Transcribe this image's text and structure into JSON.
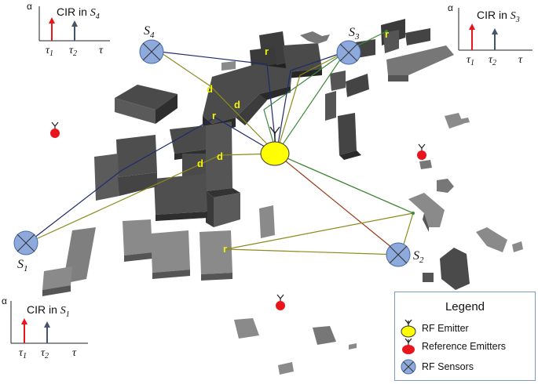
{
  "colors": {
    "emitter": "#ffff00",
    "reference_emitter": "#e8151c",
    "sensor": "#8ea9db",
    "building_top": "#8a8a8a",
    "building_dark": "#3a3a3a",
    "link_navy": "#1f2a6b",
    "link_olive": "#8b8b1a",
    "link_green": "#3c8a3c",
    "link_brown": "#9a3b1a",
    "tau1_arrow": "#e8151c",
    "tau2_arrow": "#44546a"
  },
  "cir_plots": [
    {
      "id": "s4",
      "y_label": "α",
      "title_prefix": "CIR in ",
      "sensor_sub": "4",
      "ticks": [
        "1",
        "2"
      ],
      "x_label": "τ"
    },
    {
      "id": "s3",
      "y_label": "α",
      "title_prefix": "CIR in ",
      "sensor_sub": "3",
      "ticks": [
        "1",
        "2"
      ],
      "x_label": "τ"
    },
    {
      "id": "s1",
      "y_label": "α",
      "title_prefix": "CIR in ",
      "sensor_sub": "1",
      "ticks": [
        "1",
        "2"
      ],
      "x_label": "τ"
    }
  ],
  "sensors": [
    {
      "id": "s4",
      "sub": "4"
    },
    {
      "id": "s3",
      "sub": "3"
    },
    {
      "id": "s1",
      "sub": "1"
    },
    {
      "id": "s2",
      "sub": "2"
    }
  ],
  "symbols": {
    "sensor_letter": "S",
    "tau": "τ"
  },
  "path_labels": {
    "reflection": "r",
    "diffraction": "d"
  },
  "legend": {
    "title": "Legend",
    "items": [
      {
        "label": "RF Emitter",
        "icon": "yellow-emitter-icon"
      },
      {
        "label": "Reference  Emitters",
        "icon": "red-reference-emitter-icon"
      },
      {
        "label": "RF Sensors",
        "icon": "sensor-crossed-circle-icon"
      }
    ]
  }
}
